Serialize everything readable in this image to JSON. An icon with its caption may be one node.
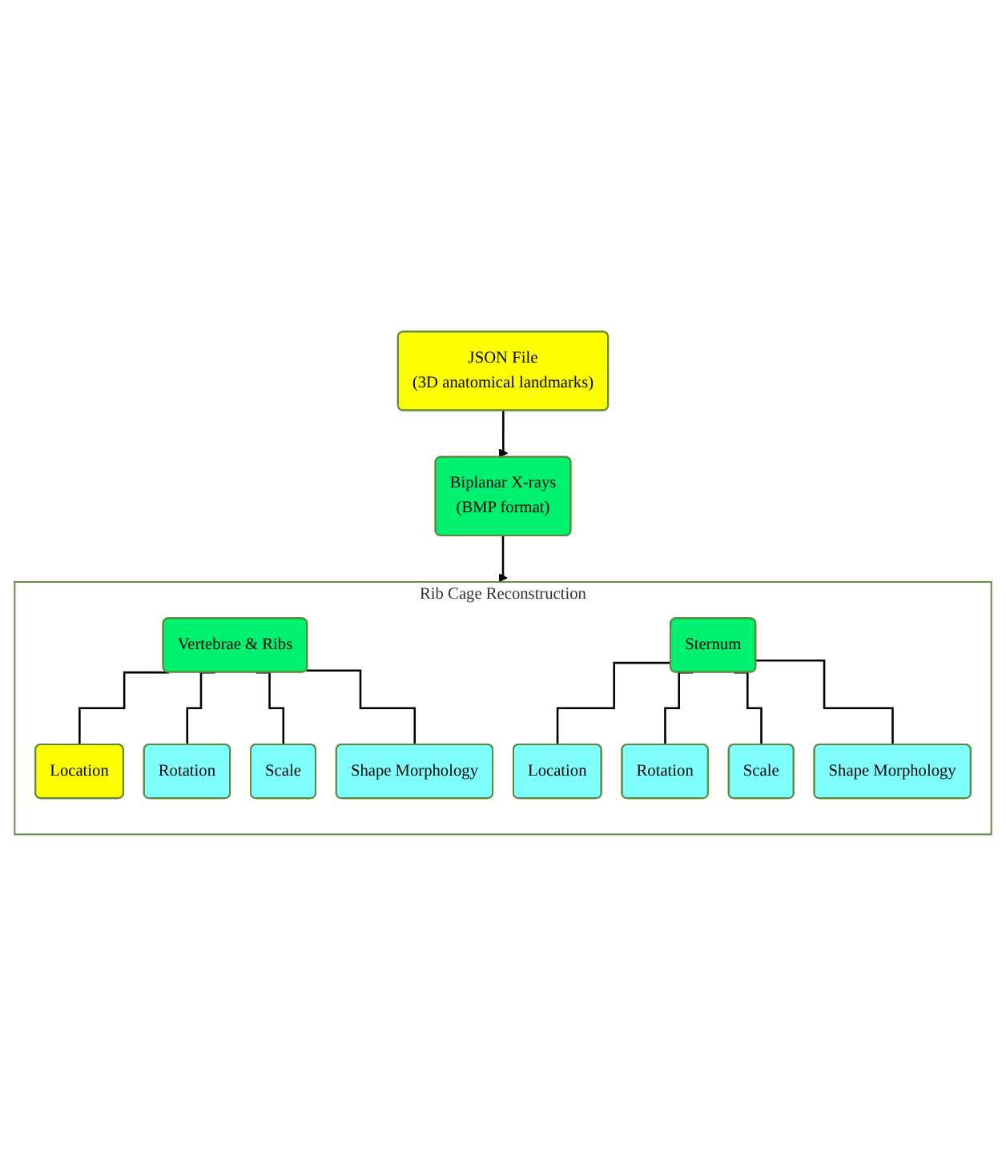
{
  "diagram": {
    "nodes": [
      {
        "text": [
          "JSON File",
          "(3D anatomical landmarks)"
        ]
      },
      {
        "text": [
          "Biplanar X-rays",
          "(BMP format)"
        ]
      },
      {
        "text": [
          "Rib Cage Reconstruction"
        ]
      },
      {
        "text": [
          "Vertebrae & Ribs"
        ],
        "in": 2
      },
      {
        "text": [
          "Sternum"
        ],
        "in": 2
      },
      {
        "text": [
          "Location"
        ],
        "in": 2
      },
      {
        "text": [
          "Rotation"
        ],
        "in": 2
      },
      {
        "text": [
          "Scale"
        ],
        "in": 2
      },
      {
        "text": [
          "Shape Morphology"
        ],
        "in": 2
      },
      {
        "text": [
          "Location"
        ],
        "in": 2
      },
      {
        "text": [
          "Rotation"
        ],
        "in": 2
      },
      {
        "text": [
          "Scale"
        ],
        "in": 2
      },
      {
        "text": [
          "Shape Morphology"
        ],
        "in": 2
      }
    ],
    "edges": [
      {
        "from": 0,
        "to": 1,
        "arrow": "to"
      },
      {
        "from": 1,
        "to": 2,
        "arrow": "to"
      },
      {
        "from": 3,
        "to": 5,
        "arrow": "none"
      },
      {
        "from": 3,
        "to": 6,
        "arrow": "none"
      },
      {
        "from": 3,
        "to": 7,
        "arrow": "none"
      },
      {
        "from": 3,
        "to": 8,
        "arrow": "none"
      },
      {
        "from": 4,
        "to": 9,
        "arrow": "none"
      },
      {
        "from": 4,
        "to": 10,
        "arrow": "none"
      },
      {
        "from": 4,
        "to": 11,
        "arrow": "none"
      },
      {
        "from": 4,
        "to": 12,
        "arrow": "none"
      }
    ]
  }
}
